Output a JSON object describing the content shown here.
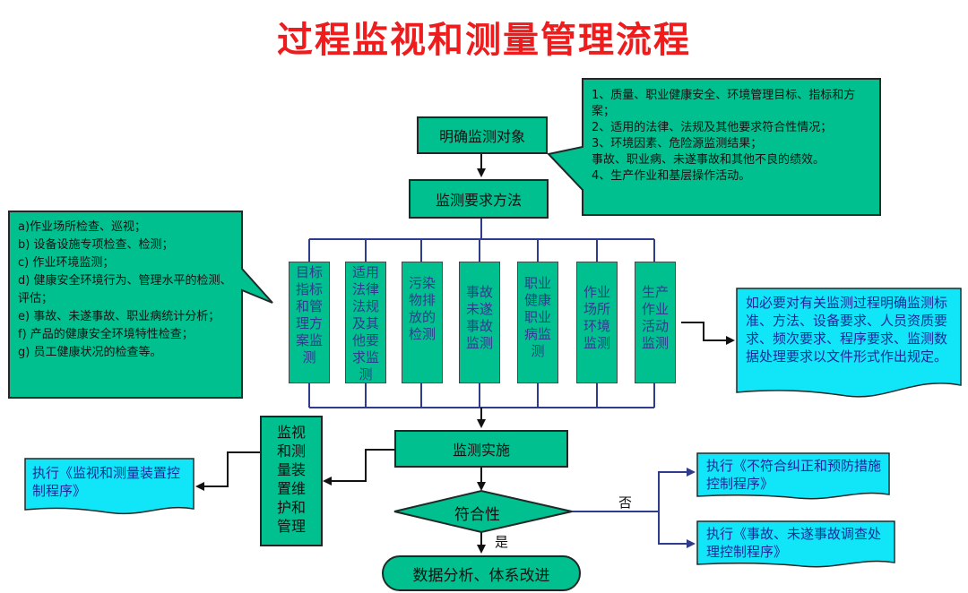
{
  "title": "过程监视和测量管理流程",
  "nodes": {
    "identify": "明确监测对象",
    "method": "监测要求方法",
    "implement": "监测实施",
    "decision": "符合性",
    "analysis": "数据分析、体系改进",
    "maintenance": "监视和测量装置维护和管理"
  },
  "columns": [
    "目标指标和管理方案监测",
    "适用法律法规及其他要求监测",
    "污染物排放的检测",
    "事故未遂事故监测",
    "职业健康职业病监测",
    "作业场所环境监测",
    "生产作业活动监测"
  ],
  "objects_note": [
    "1、质量、职业健康安全、环境管理目标、指标和方案；",
    "2、适用的法律、法规及其他要求符合性情况；",
    "3、环境因素、危险源监测结果；",
    "事故、职业病、未遂事故和其他不良的绩效。",
    "4、生产作业和基层操作活动。"
  ],
  "methods_note": [
    "a)作业场所检查、巡视；",
    "b) 设备设施专项检查、检测；",
    "c) 作业环境监测；",
    "d) 健康安全环境行为、管理水平的检测、评估；",
    "e) 事故、未遂事故、职业病统计分析；",
    "f) 产品的健康安全环境特性检查；",
    "g) 员工健康状况的检查等。"
  ],
  "requirement_note": "如必要对有关监测过程明确监测标准、方法、设备要求、人员资质要求、频次要求、程序要求、监测数据处理要求以文件形式作出规定。",
  "procedures": {
    "equipment": "执行《监视和测量装置控制程序》",
    "nonconformity": "执行《不符合纠正和预防措施控制程序》",
    "accident": "执行《事故、未遂事故调查处理控制程序》"
  },
  "labels": {
    "no": "否",
    "yes": "是"
  },
  "colors": {
    "green": "#00c090",
    "cyan": "#11e6f8",
    "navy": "#2f3b8c",
    "title": "#ee1c1c"
  }
}
